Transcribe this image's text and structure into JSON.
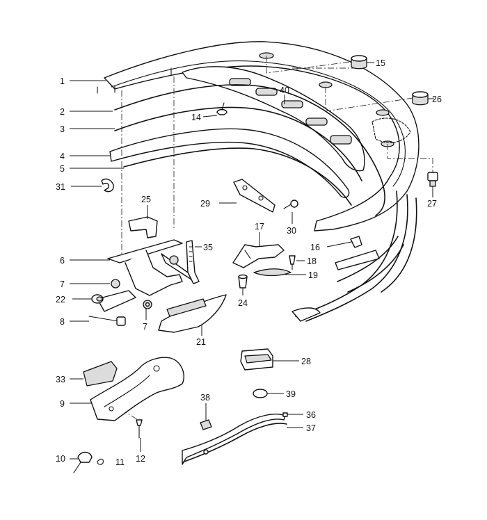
{
  "callouts": [
    {
      "id": "c1",
      "label": "1"
    },
    {
      "id": "c2",
      "label": "2"
    },
    {
      "id": "c3",
      "label": "3"
    },
    {
      "id": "c4",
      "label": "4"
    },
    {
      "id": "c5",
      "label": "5"
    },
    {
      "id": "c6",
      "label": "6"
    },
    {
      "id": "c7a",
      "label": "7"
    },
    {
      "id": "c7b",
      "label": "7"
    },
    {
      "id": "c8",
      "label": "8"
    },
    {
      "id": "c9",
      "label": "9"
    },
    {
      "id": "c10",
      "label": "10"
    },
    {
      "id": "c11",
      "label": "11"
    },
    {
      "id": "c12",
      "label": "12"
    },
    {
      "id": "c14",
      "label": "14"
    },
    {
      "id": "c15",
      "label": "15"
    },
    {
      "id": "c16",
      "label": "16"
    },
    {
      "id": "c17",
      "label": "17"
    },
    {
      "id": "c18",
      "label": "18"
    },
    {
      "id": "c19",
      "label": "19"
    },
    {
      "id": "c21",
      "label": "21"
    },
    {
      "id": "c22",
      "label": "22"
    },
    {
      "id": "c24",
      "label": "24"
    },
    {
      "id": "c25",
      "label": "25"
    },
    {
      "id": "c26",
      "label": "26"
    },
    {
      "id": "c27",
      "label": "27"
    },
    {
      "id": "c28",
      "label": "28"
    },
    {
      "id": "c29",
      "label": "29"
    },
    {
      "id": "c30",
      "label": "30"
    },
    {
      "id": "c31",
      "label": "31"
    },
    {
      "id": "c33",
      "label": "33"
    },
    {
      "id": "c35",
      "label": "35"
    },
    {
      "id": "c36",
      "label": "36"
    },
    {
      "id": "c37",
      "label": "37"
    },
    {
      "id": "c38",
      "label": "38"
    },
    {
      "id": "c39",
      "label": "39"
    },
    {
      "id": "c40",
      "label": "40"
    }
  ]
}
